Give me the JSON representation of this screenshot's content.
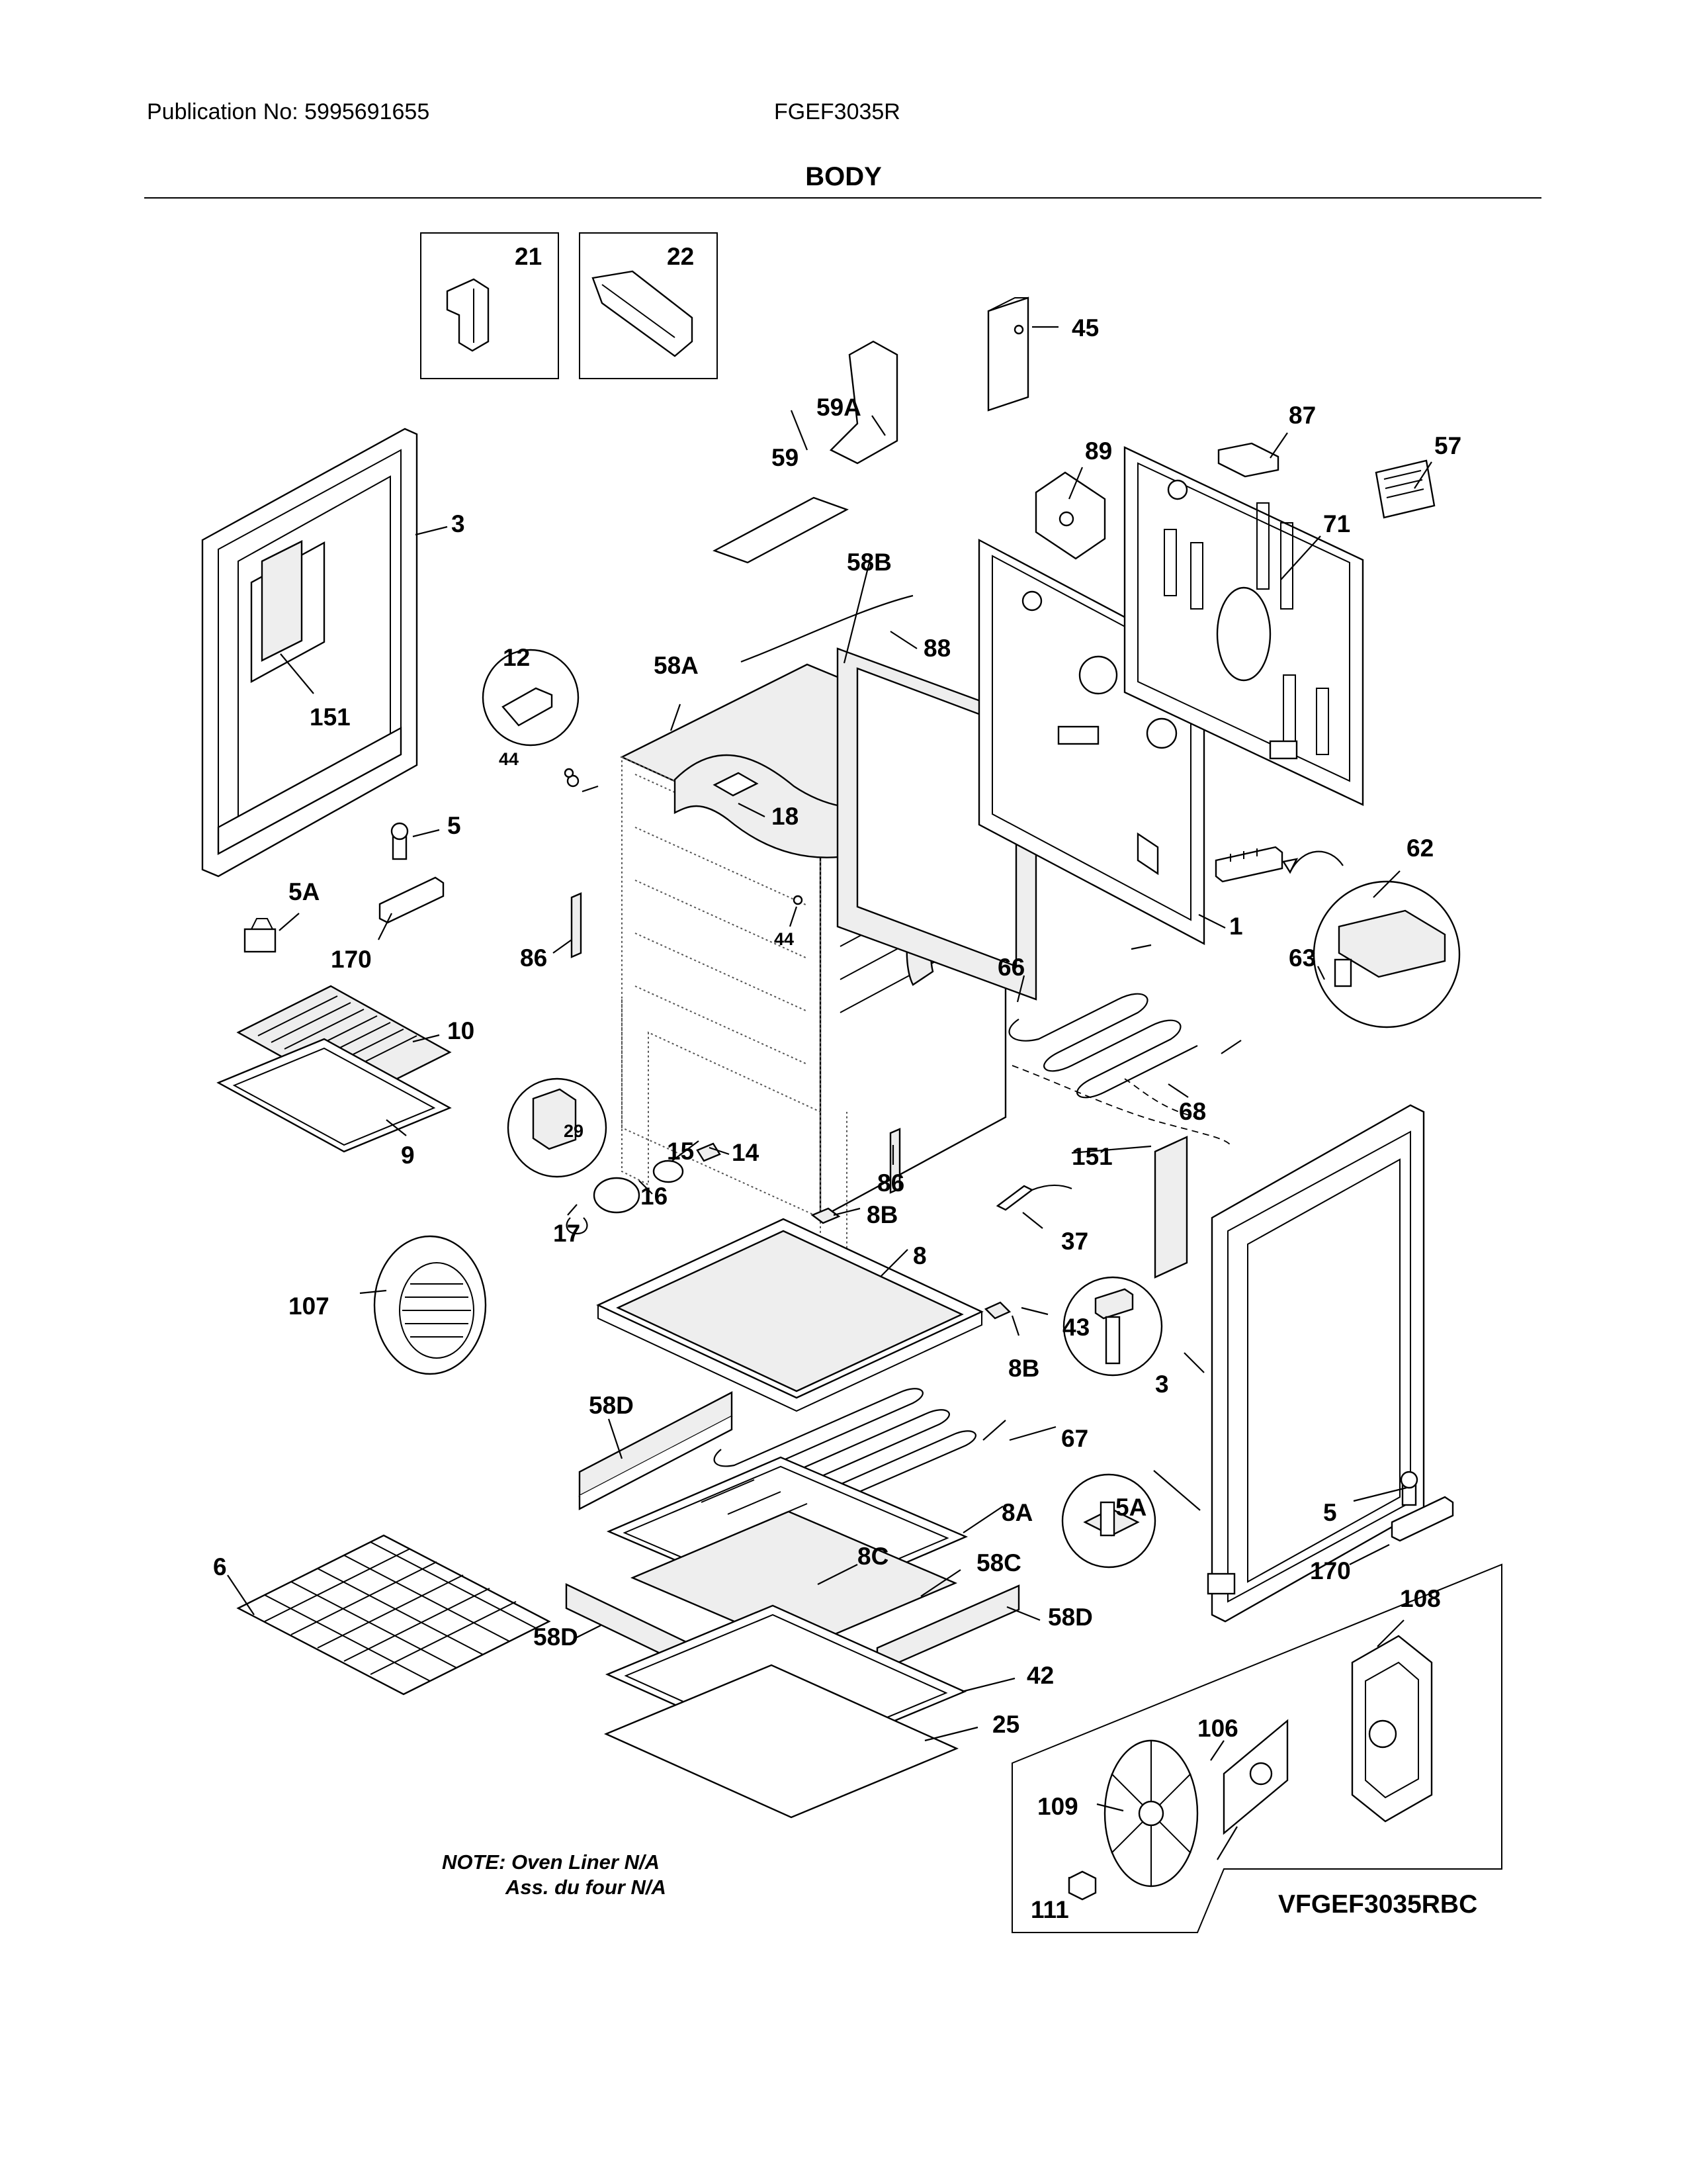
{
  "header": {
    "publication": "Publication No: 5995691655",
    "model": "FGEF3035R",
    "section_title": "BODY"
  },
  "callouts": {
    "c21": "21",
    "c22": "22",
    "c45": "45",
    "c59A": "59A",
    "c59": "59",
    "c89": "89",
    "c87": "87",
    "c57": "57",
    "c71": "71",
    "c3_left": "3",
    "c58B": "58B",
    "c88": "88",
    "c12": "12",
    "c58A": "58A",
    "c151_left": "151",
    "c44_top": "44",
    "c18": "18",
    "c62": "62",
    "c5_left": "5",
    "c5A_left": "5A",
    "c1": "1",
    "c63": "63",
    "c170_left": "170",
    "c86_left": "86",
    "c44_mid": "44",
    "c66": "66",
    "c10": "10",
    "c29": "29",
    "c14": "14",
    "c68": "68",
    "c15": "15",
    "c9": "9",
    "c16": "16",
    "c86_right": "86",
    "c151_right": "151",
    "c17": "17",
    "c8B_top": "8B",
    "c37": "37",
    "c8": "8",
    "c107": "107",
    "c43": "43",
    "c8B_bot": "8B",
    "c3_right": "3",
    "c58D_top": "58D",
    "c67": "67",
    "c5A_right": "5A",
    "c8A": "8A",
    "c5_right": "5",
    "c6": "6",
    "c8C": "8C",
    "c58C": "58C",
    "c170_right": "170",
    "c108": "108",
    "c58D_right": "58D",
    "c58D_left": "58D",
    "c42": "42",
    "c106": "106",
    "c25": "25",
    "c109": "109",
    "c111": "111"
  },
  "notes": {
    "line1": "NOTE: Oven Liner N/A",
    "line2": "Ass. du four N/A"
  },
  "inset": {
    "model_label": "VFGEF3035RBC"
  }
}
